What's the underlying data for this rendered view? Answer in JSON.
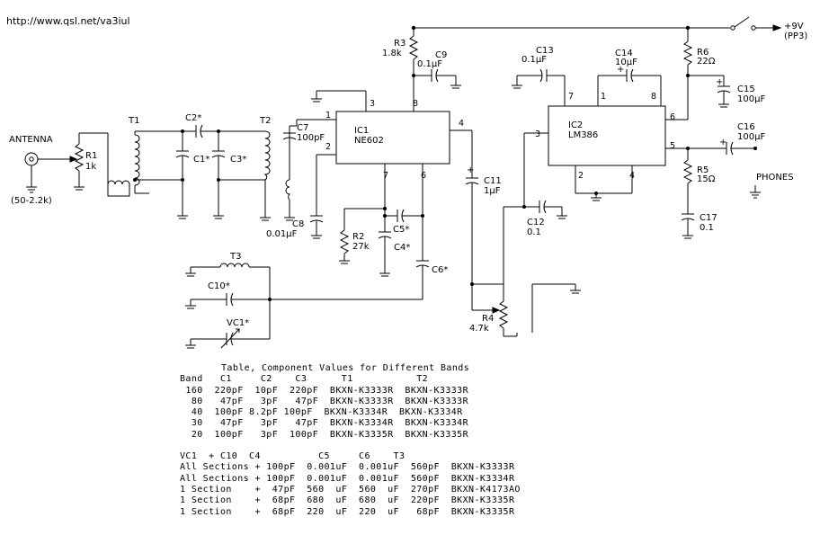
{
  "url": "http://www.qsl.net/va3iul",
  "labels": {
    "antenna": "ANTENNA",
    "antenna_range": "(50-2.2k)",
    "r1": "R1",
    "r1_val": "1k",
    "t1": "T1",
    "t2": "T2",
    "t3": "T3",
    "c2": "C2*",
    "c1": "C1*",
    "c3": "C3*",
    "c7": "C7",
    "c7_val": "100pF",
    "ic1": "IC1",
    "ic1_part": "NE602",
    "r3": "R3",
    "r3_val": "1.8k",
    "c9": "C9",
    "c9_val": "0.1µF",
    "c8": "C8",
    "c8_val": "0.01µF",
    "r2": "R2",
    "r2_val": "27k",
    "c5": "C5*",
    "c4": "C4*",
    "c6": "C6*",
    "c10": "C10*",
    "vc1": "VC1*",
    "c11": "C11",
    "c11_val": "1µF",
    "r4": "R4",
    "r4_val": "4.7k",
    "c12": "C12",
    "c12_val": "0.1",
    "c13": "C13",
    "c13_val": "0.1µF",
    "c14": "C14",
    "c14_val": "10µF",
    "ic2": "IC2",
    "ic2_part": "LM386",
    "r6": "R6",
    "r6_val": "22Ω",
    "c15": "C15",
    "c15_val": "100µF",
    "c16": "C16",
    "c16_val": "100µF",
    "r5": "R5",
    "r5_val": "15Ω",
    "c17": "C17",
    "c17_val": "0.1",
    "phones": "PHONES",
    "supply": "+9V",
    "supply_src": "(PP3)",
    "pin1": "1",
    "pin2": "2",
    "pin3": "3",
    "pin4": "4",
    "pin5": "5",
    "pin6": "6",
    "pin7": "7",
    "pin8": "8"
  },
  "table1": {
    "title": "Table, Component Values for Different Bands",
    "header": "Band   C1     C2    C3      T1           T2",
    "rows": [
      " 160  220pF  10pF  220pF  BKXN-K3333R  BKXN-K3333R",
      "  80   47pF   3pF   47pF  BKXN-K3333R  BKXN-K3333R",
      "  40  100pF 8.2pF 100pF  BKXN-K3334R  BKXN-K3334R",
      "  30   47pF   3pF   47pF  BKXN-K3334R  BKXN-K3334R",
      "  20  100pF   3pF  100pF  BKXN-K3335R  BKXN-K3335R"
    ]
  },
  "table2": {
    "header": "VC1  + C10  C4          C5     C6    T3",
    "rows": [
      "All Sections + 100pF  0.001uF  0.001uF  560pF  BKXN-K3333R",
      "All Sections + 100pF  0.001uF  0.001uF  560pF  BKXN-K3334R",
      "1 Section    +  47pF  560  uF  560  uF  270pF  BKXN-K4173AO",
      "1 Section    +  68pF  680  uF  680  uF  220pF  BKXN-K3335R",
      "1 Section    +  68pF  220  uF  220  uF   68pF  BKXN-K3335R"
    ]
  }
}
